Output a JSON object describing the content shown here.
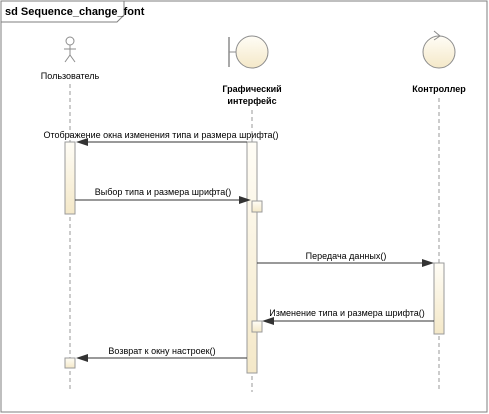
{
  "frame": {
    "title": "sd Sequence_change_font"
  },
  "lifelines": [
    {
      "id": "user",
      "kind": "actor",
      "label_lines": [
        "Пользователь"
      ],
      "bold": false
    },
    {
      "id": "gui",
      "kind": "boundary",
      "label_lines": [
        "Графический",
        "интерфейс"
      ],
      "bold": true
    },
    {
      "id": "controller",
      "kind": "control",
      "label_lines": [
        "Контроллер"
      ],
      "bold": true
    }
  ],
  "messages": [
    {
      "text": "Отображение окна изменения типа и размера шрифта()",
      "from": "gui",
      "to": "user"
    },
    {
      "text": "Выбор типа и размера шрифта()",
      "from": "user",
      "to": "gui"
    },
    {
      "text": "Передача данных()",
      "from": "gui",
      "to": "controller"
    },
    {
      "text": "Изменение типа и размера шрифта()",
      "from": "controller",
      "to": "gui"
    },
    {
      "text": "Возврат к окну настроек()",
      "from": "gui",
      "to": "user"
    }
  ]
}
